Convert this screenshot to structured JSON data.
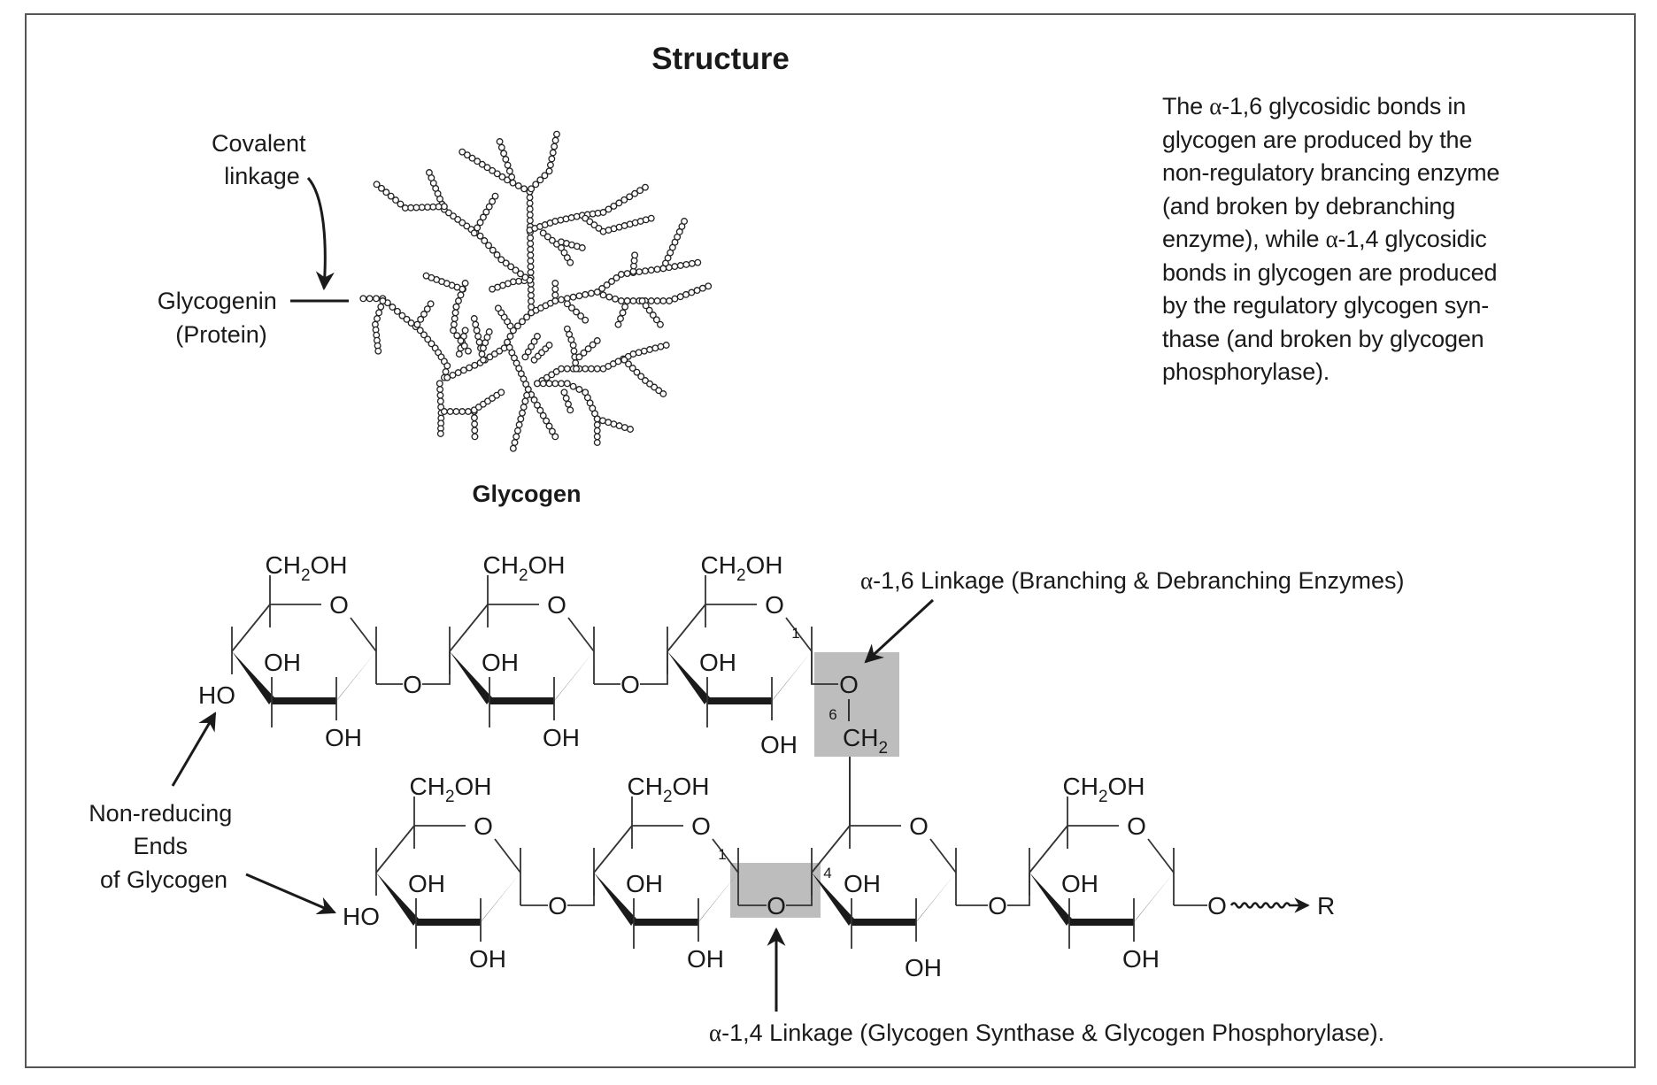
{
  "title": "Structure",
  "glycogen_caption": "Glycogen",
  "covalent_label": {
    "line1": "Covalent",
    "line2": "linkage"
  },
  "glycogenin_label": {
    "line1": "Glycogenin",
    "line2": "(Protein)"
  },
  "description": {
    "lines": [
      [
        "The ",
        "α",
        "-1,6 glycosidic bonds in"
      ],
      [
        "glycogen are produced by the"
      ],
      [
        "non-regulatory brancing enzyme"
      ],
      [
        "(and broken by debranching"
      ],
      [
        "enzyme), while ",
        "α",
        "-1,4 glycosidic"
      ],
      [
        "bonds in glycogen are produced"
      ],
      [
        "by the regulatory glycogen syn-"
      ],
      [
        "thase (and broken by glycogen"
      ],
      [
        "phosphorylase)."
      ]
    ]
  },
  "non_reducing_label": {
    "line1": "Non-reducing",
    "line2": "Ends",
    "line3": "of Glycogen"
  },
  "alpha16_label": {
    "greek": "α",
    "text": "-1,6 Linkage (Branching & Debranching Enzymes)"
  },
  "alpha14_label": {
    "greek": "α",
    "text": "-1,4 Linkage (Glycogen Synthase & Glycogen Phosphorylase)."
  },
  "chem": {
    "ch2oh": {
      "pre": "CH",
      "sub": "2",
      "post": "OH"
    },
    "ch2": {
      "pre": "CH",
      "sub": "2"
    },
    "ring_o": "O",
    "link_o": "O",
    "oh": "OH",
    "ho": "HO",
    "r_group": "R",
    "carbon1": "1",
    "carbon4": "4",
    "carbon6": "6"
  },
  "rings": [
    {
      "id": "top-1",
      "ch2oh": true,
      "ho": true,
      "c1_label": false,
      "c4_label": false
    },
    {
      "id": "top-2",
      "ch2oh": true,
      "ho": false,
      "c1_label": false,
      "c4_label": false
    },
    {
      "id": "top-3",
      "ch2oh": true,
      "ho": false,
      "c1_label": true,
      "c4_label": false
    },
    {
      "id": "bottom-1",
      "ch2oh": true,
      "ho": true,
      "c1_label": false,
      "c4_label": false
    },
    {
      "id": "bottom-2",
      "ch2oh": true,
      "ho": false,
      "c1_label": true,
      "c4_label": false
    },
    {
      "id": "bottom-3",
      "ch2oh": false,
      "ho": false,
      "c1_label": false,
      "c4_label": true
    },
    {
      "id": "bottom-4",
      "ch2oh": true,
      "ho": false,
      "c1_label": false,
      "c4_label": false
    }
  ],
  "colors": {
    "ink": "#1a1a1a",
    "highlight_box": "#bdbdbd",
    "bond_line": "#333333",
    "frame": "#555555"
  }
}
